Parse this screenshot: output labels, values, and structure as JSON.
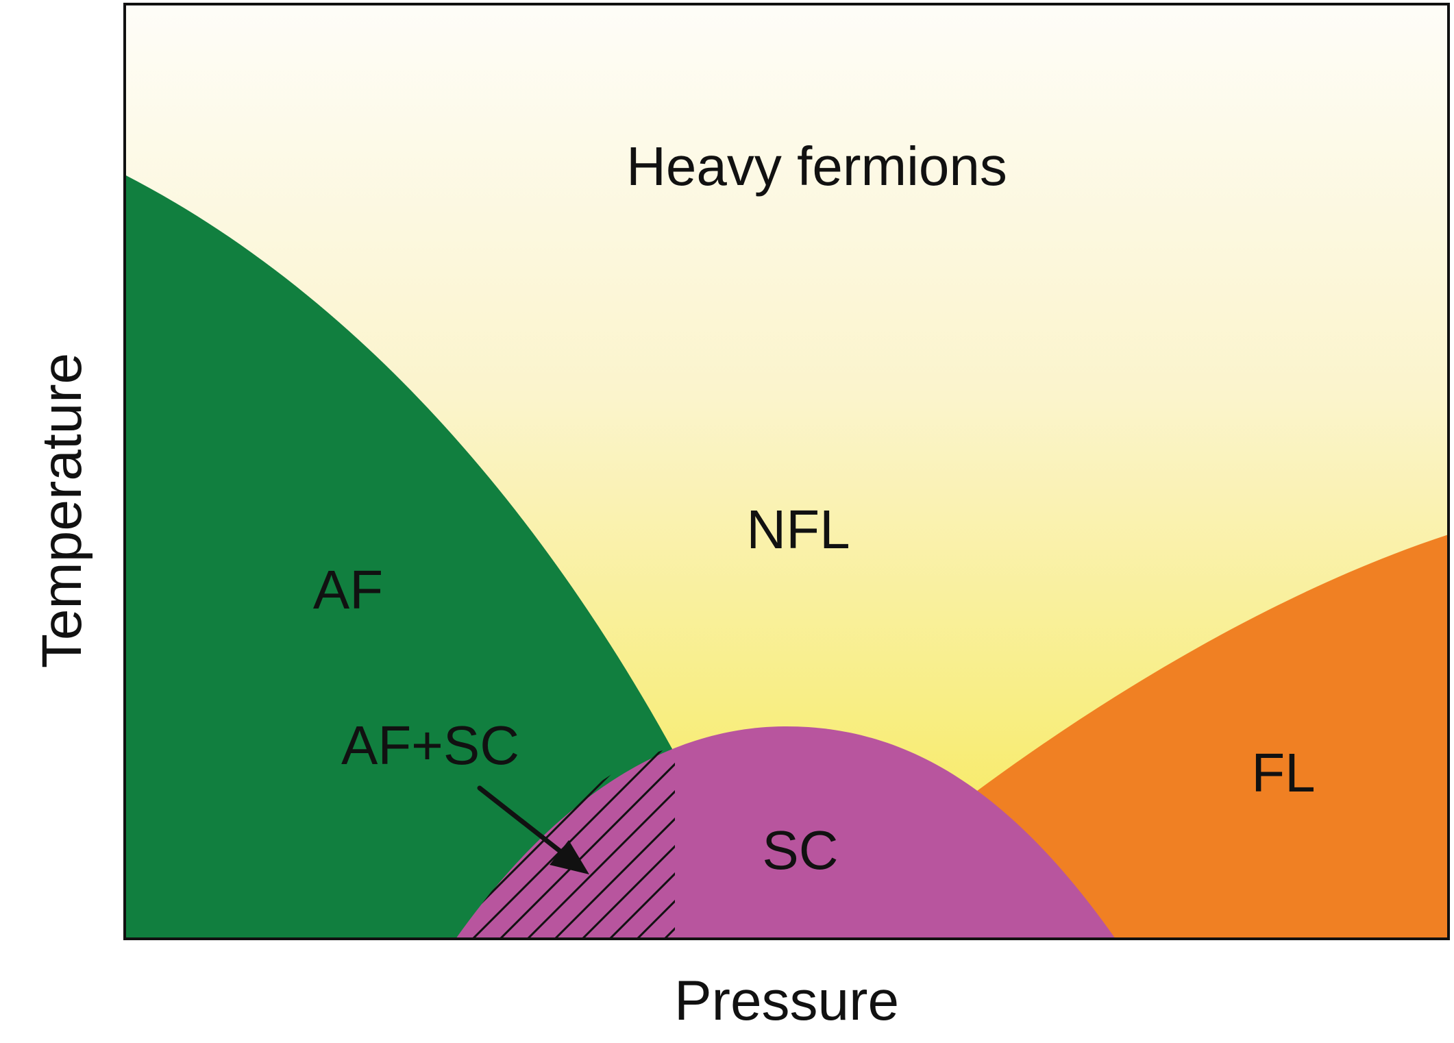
{
  "diagram": {
    "x_axis_label": "Pressure",
    "y_axis_label": "Temperature",
    "regions": {
      "heavy_fermions": "Heavy fermions",
      "nfl": "NFL",
      "af": "AF",
      "af_sc": "AF+SC",
      "sc": "SC",
      "fl": "FL"
    },
    "colors": {
      "background_top": "#fefdf8",
      "background_mid": "#fbf4c8",
      "background_bottom": "#f7eb55",
      "af": "#117f3f",
      "sc": "#b8559e",
      "fl": "#f08023",
      "frame": "#111111"
    }
  }
}
